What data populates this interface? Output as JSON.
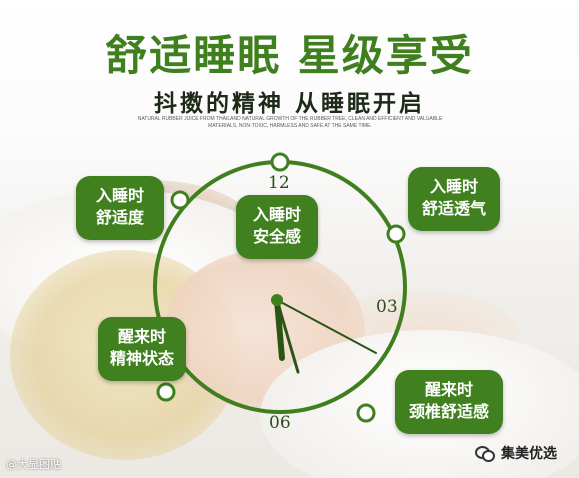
{
  "header": {
    "title": "舒适睡眠 星级享受",
    "subtitle": "抖擞的精神 从睡眠开启",
    "fine_print_line1": "NATURAL RUBBER JUICE FROM THAILAND NATURAL GROWTH OF THE RUBBER TREE, CLEAN AND EFFICIENT AND VALUABLE",
    "fine_print_line2": "MATERIALS, NON-TOXIC, HARMLESS AND SAFE AT THE SAME TIME."
  },
  "clock": {
    "numerals": {
      "twelve": "12",
      "three": "03",
      "six": "06"
    },
    "color": "#3f7f1e"
  },
  "bubbles": [
    {
      "line1": "入睡时",
      "line2": "舒适度"
    },
    {
      "line1": "入睡时",
      "line2": "安全感"
    },
    {
      "line1": "入睡时",
      "line2": "舒适透气"
    },
    {
      "line1": "醒来时",
      "line2": "精神状态"
    },
    {
      "line1": "醒来时",
      "line2": "颈椎舒适感"
    }
  ],
  "watermarks": {
    "left": "@大显图贴",
    "right": "集美优选",
    "right_icon": "wechat-icon"
  },
  "colors": {
    "accent": "#40801f",
    "title": "#3f7f1e",
    "text_dark": "#1e2a18"
  }
}
